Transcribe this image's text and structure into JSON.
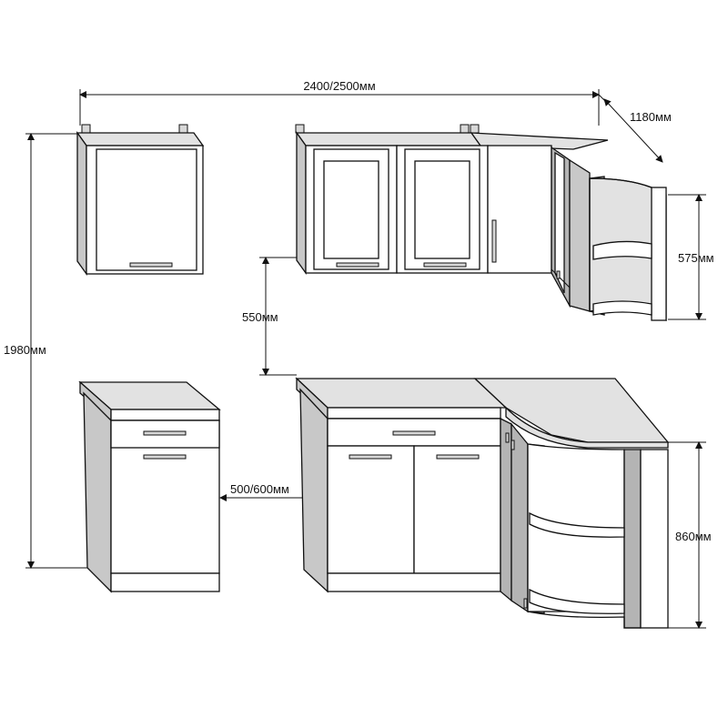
{
  "dimensions": {
    "total_width": "2400/2500мм",
    "corner_depth": "1180мм",
    "total_height": "1980мм",
    "gap_height": "550мм",
    "upper_corner_height": "575мм",
    "base_depth": "500/600мм",
    "base_height": "860мм"
  }
}
